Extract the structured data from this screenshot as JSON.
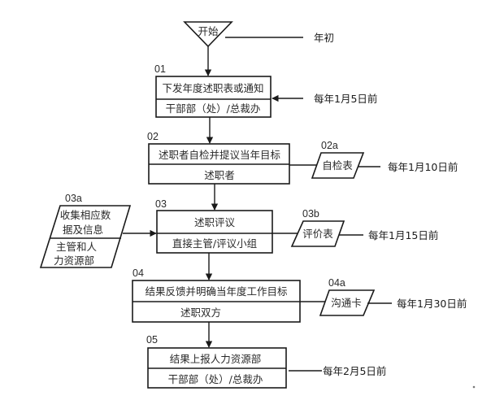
{
  "start": {
    "label": "开始",
    "time": "年初"
  },
  "steps": [
    {
      "id": "01",
      "title": "下发年度述职表或通知",
      "owner": "干部部（处）/总裁办",
      "time": "每年1月5日前"
    },
    {
      "id": "02",
      "title": "述职者自检并提议当年目标",
      "owner": "述职者",
      "doc": {
        "id": "02a",
        "label": "自检表"
      },
      "time": "每年1月10日前"
    },
    {
      "id": "03",
      "title": "述职评议",
      "owner": "直接主管/评议小组",
      "doc": {
        "id": "03b",
        "label": "评价表"
      },
      "time": "每年1月15日前",
      "input": {
        "id": "03a",
        "title_lines": [
          "收集相应数",
          "据及信息"
        ],
        "owner_lines": [
          "主管和人",
          "力资源部"
        ]
      }
    },
    {
      "id": "04",
      "title": "结果反馈并明确当年度工作目标",
      "owner": "述职双方",
      "doc": {
        "id": "04a",
        "label": "沟通卡"
      },
      "time": "每年1月30日前"
    },
    {
      "id": "05",
      "title": "结果上报人力资源部",
      "owner": "干部部（处）/总裁办",
      "time": "每年2月5日前"
    }
  ]
}
